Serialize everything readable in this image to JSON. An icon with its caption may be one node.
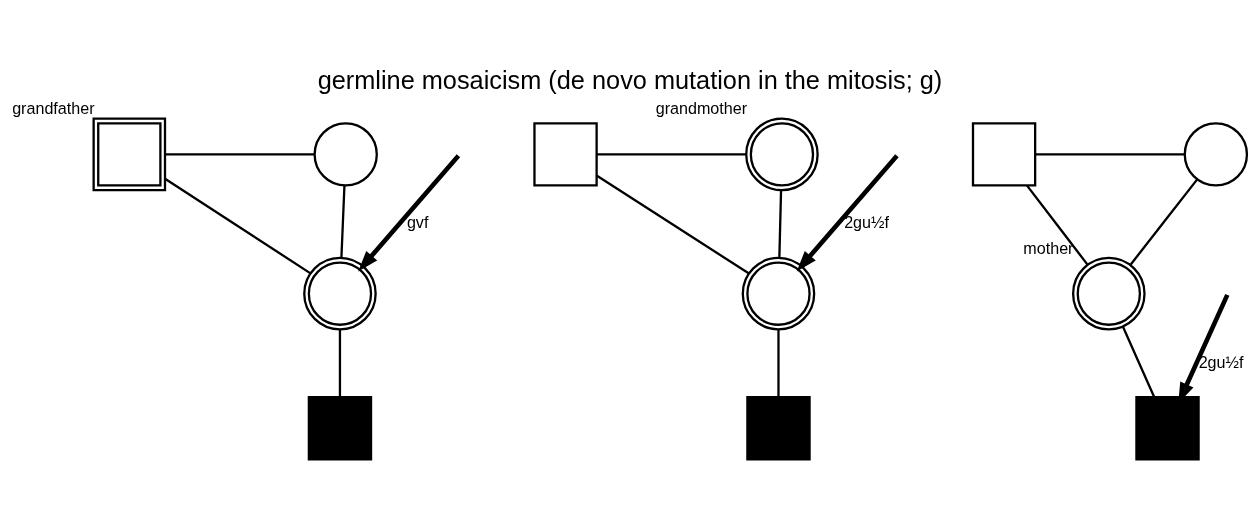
{
  "diagram": {
    "title": "germline mosaicism (de novo mutation in the mitosis; g)",
    "nodes": [
      {
        "text": [],
        "shape": "box",
        "beside": [
          "grandfather"
        ]
      },
      {
        "text": [],
        "shape": "circle"
      },
      {
        "text": [],
        "shape": "circle"
      },
      {
        "text": [],
        "shape": "box"
      },
      {
        "text": [],
        "shape": "box"
      },
      {
        "text": [],
        "shape": "circle",
        "beside": [
          "grandmother"
        ]
      },
      {
        "text": [],
        "shape": "circle"
      },
      {
        "text": [],
        "shape": "box"
      },
      {
        "text": [],
        "shape": "box"
      },
      {
        "text": [],
        "shape": "circle"
      },
      {
        "text": [],
        "shape": "circle",
        "beside": [
          "mother"
        ]
      },
      {
        "text": [],
        "shape": "box"
      }
    ],
    "edges": [
      {
        "from": 0,
        "to": 1,
        "arrow": "none"
      },
      {
        "from": 0,
        "to": 2,
        "arrow": "none"
      },
      {
        "from": 1,
        "to": 2,
        "arrow": "none"
      },
      {
        "from": 2,
        "to": 3,
        "arrow": "none"
      },
      {
        "from": null,
        "to": 2,
        "arrow": "to",
        "label": "gvf",
        "style": "thick"
      },
      {
        "from": 4,
        "to": 5,
        "arrow": "none"
      },
      {
        "from": 4,
        "to": 6,
        "arrow": "none"
      },
      {
        "from": 5,
        "to": 6,
        "arrow": "none"
      },
      {
        "from": 6,
        "to": 7,
        "arrow": "none"
      },
      {
        "from": null,
        "to": 6,
        "arrow": "to",
        "label": "2gu½f",
        "style": "thick"
      },
      {
        "from": 8,
        "to": 9,
        "arrow": "none"
      },
      {
        "from": 8,
        "to": 10,
        "arrow": "none"
      },
      {
        "from": 9,
        "to": 10,
        "arrow": "none"
      },
      {
        "from": 10,
        "to": 11,
        "arrow": "none"
      },
      {
        "from": null,
        "to": 11,
        "arrow": "to",
        "label": "2gu½f",
        "style": "thick"
      }
    ]
  }
}
